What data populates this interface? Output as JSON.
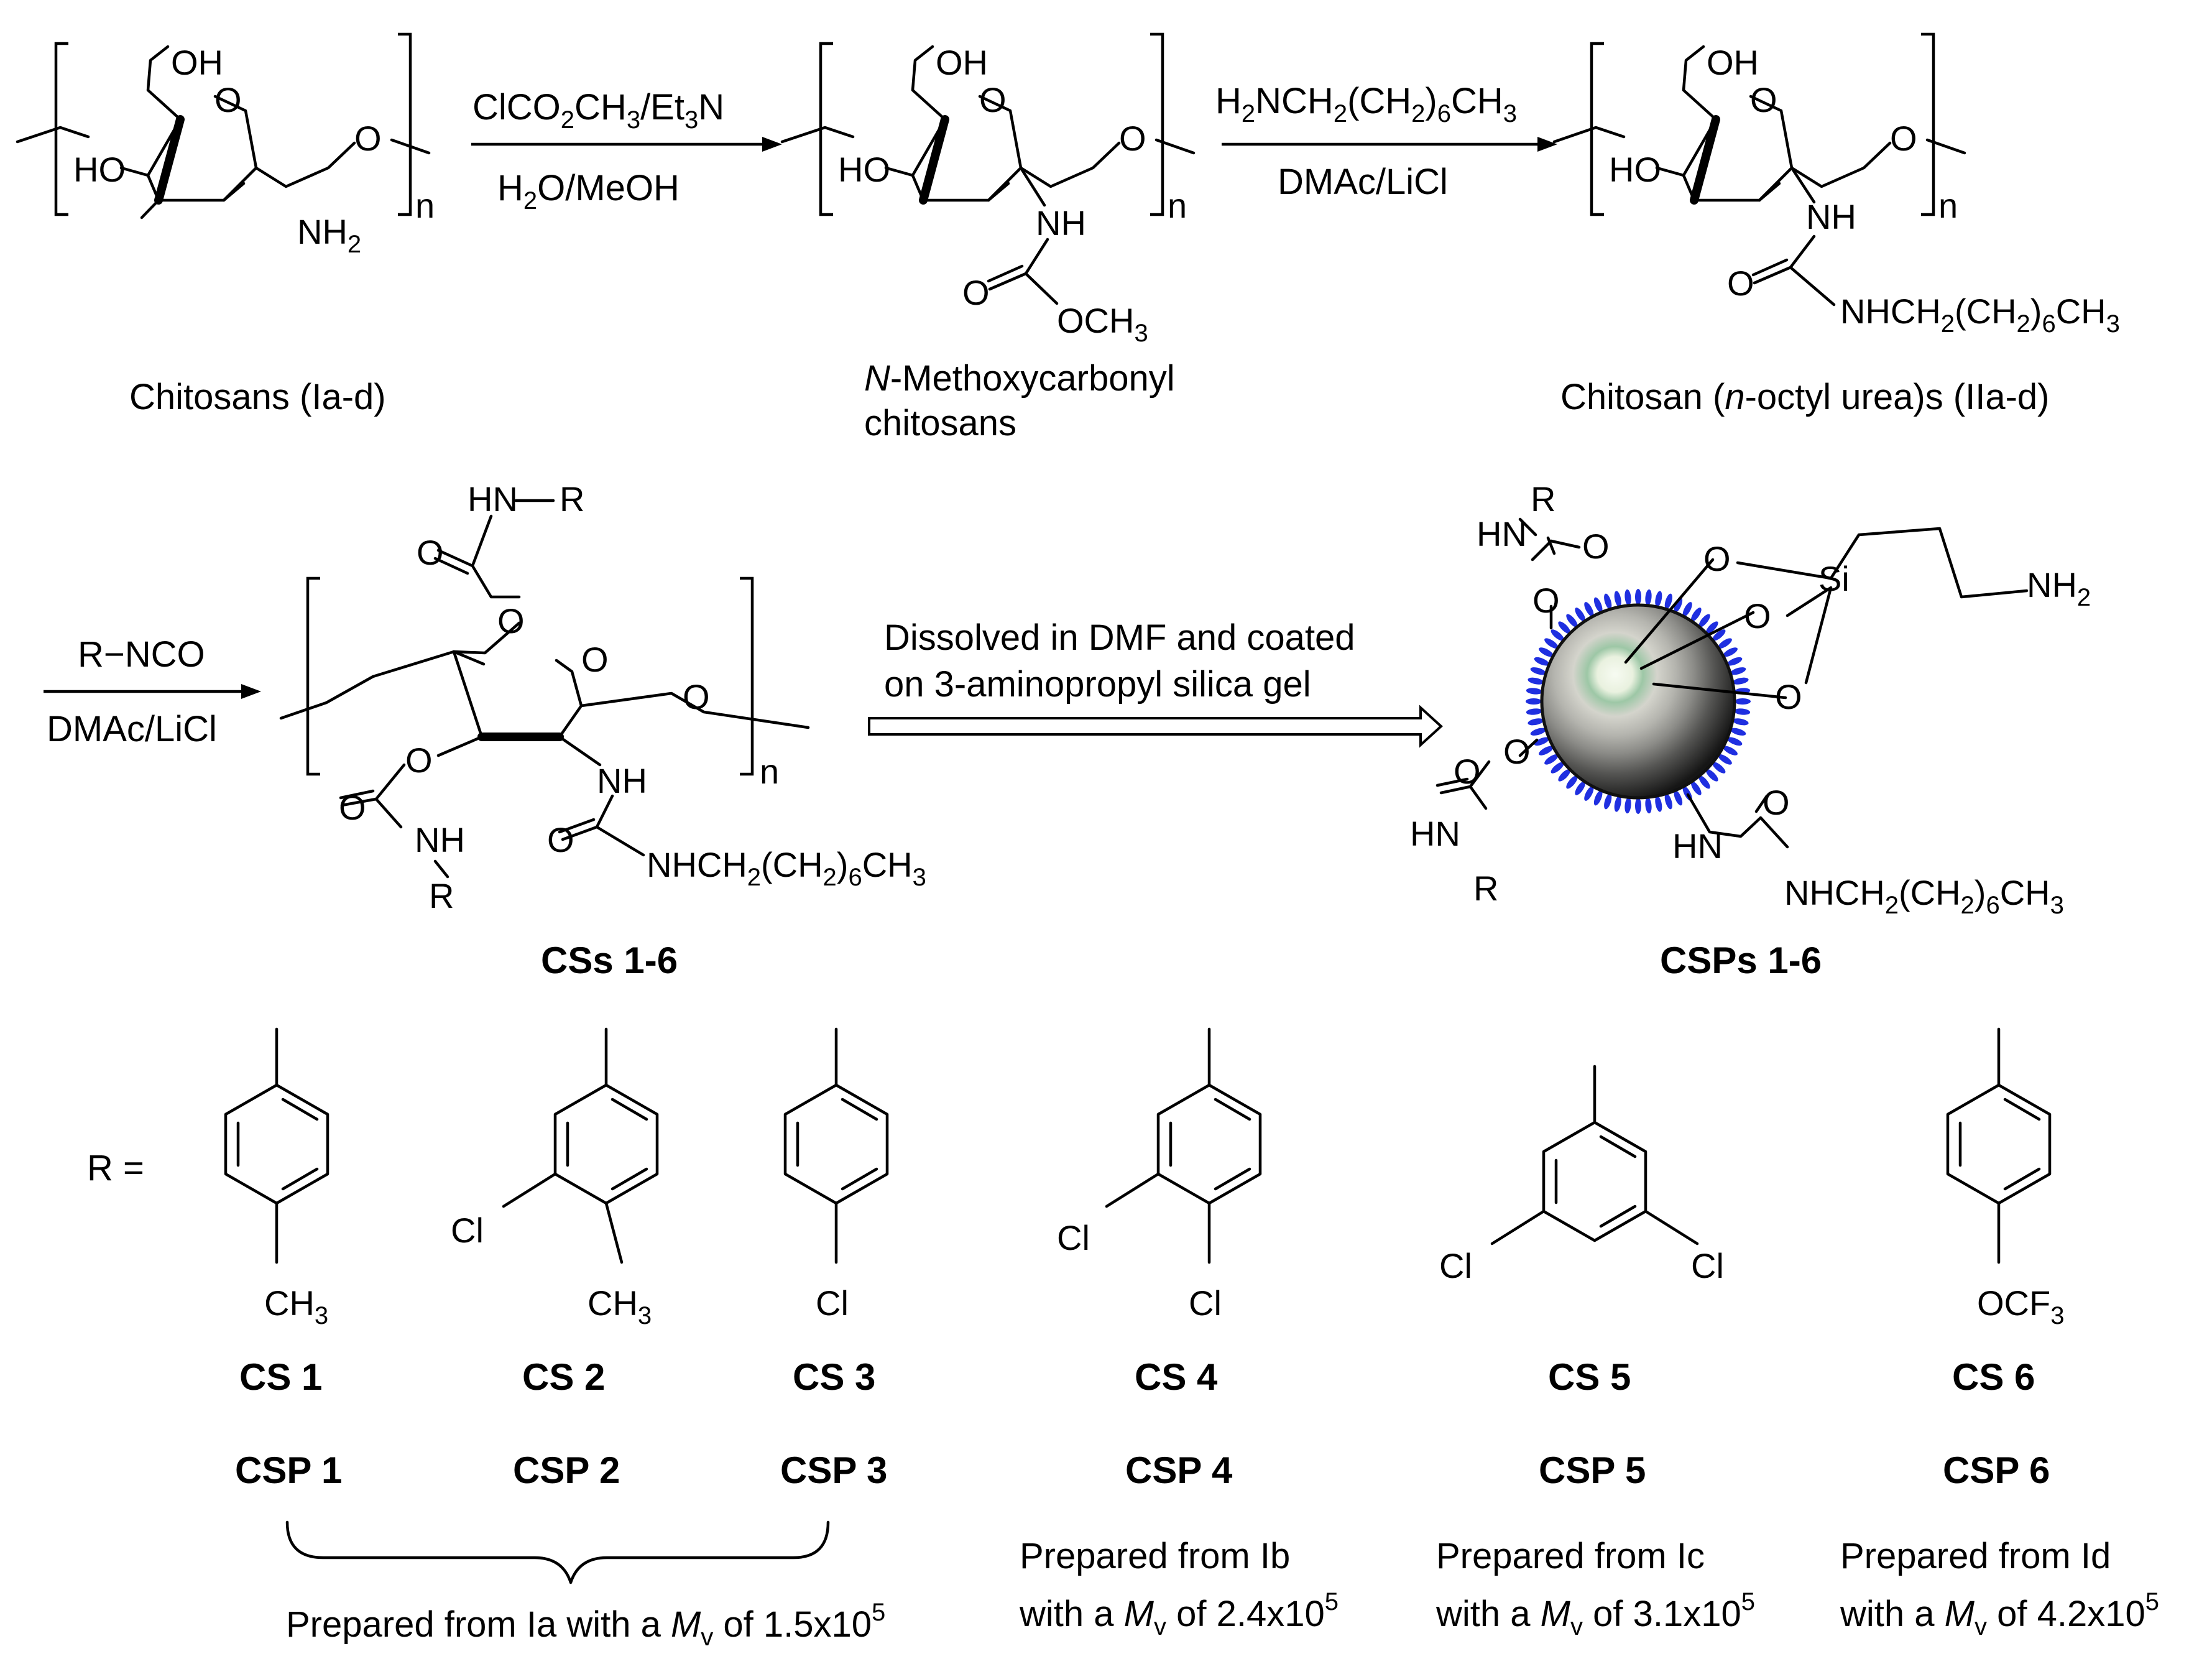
{
  "colors": {
    "ink": "#000000",
    "brush": "#1f2fe0",
    "sphere_dark": "#1c1c1c",
    "sphere_light": "#f4f9ef"
  },
  "reagents": {
    "r1_line1": "ClCO",
    "r1_line1_sub2": "2",
    "r1_line1_mid": "CH",
    "r1_line1_sub3": "3",
    "r1_line1_end": "/Et",
    "r1_line1_sub_et": "3",
    "r1_line1_tail": "N",
    "r1_line2": "H",
    "r1_line2_sub": "2",
    "r1_line2_tail": "O/MeOH",
    "r2_line1_a": "H",
    "r2_line1_sub_a": "2",
    "r2_line1_b": "NCH",
    "r2_line1_sub_b": "2",
    "r2_line1_c": "(CH",
    "r2_line1_sub_c": "2",
    "r2_line1_d": ")",
    "r2_line1_sub_d": "6",
    "r2_line1_e": "CH",
    "r2_line1_sub_e": "3",
    "r2_line2": "DMAc/LiCl",
    "r3_line1": "R−NCO",
    "r3_line2": "DMAc/LiCl",
    "r4_line1": "Dissolved in DMF and coated",
    "r4_line2": "on 3-aminopropyl silica gel"
  },
  "compounds": {
    "chitosan_label": "Chitosans (Ia-d)",
    "methoxy_label_italic": "N",
    "methoxy_label_rest": "-Methoxycarbonyl",
    "methoxy_label_line2": "chitosans",
    "urea_label_a": "Chitosan (",
    "urea_label_italic": "n",
    "urea_label_b": "-octyl urea)s (IIa-d)",
    "css_label": "CSs 1-6",
    "csps_label": "CSPs 1-6"
  },
  "atoms": {
    "oh": "OH",
    "ho": "HO",
    "o": "O",
    "nh": "NH",
    "hn": "HN",
    "n": "n",
    "r": "R",
    "nh2_a": "NH",
    "nh2_sub": "2",
    "och3_a": "OCH",
    "och3_sub": "3",
    "si": "Si",
    "octyl_a": "NHCH",
    "octyl_sub1": "2",
    "octyl_b": "(CH",
    "octyl_sub2": "2",
    "octyl_c": ")",
    "octyl_sub3": "6",
    "octyl_d": "CH",
    "octyl_sub4": "3"
  },
  "r_groups": {
    "r_equals": "R =",
    "items": [
      {
        "cs": "CS 1",
        "csp": "CSP 1",
        "sub_a": "CH",
        "sub_a_s": "3"
      },
      {
        "cs": "CS 2",
        "csp": "CSP 2",
        "sub_a": "CH",
        "sub_a_s": "3",
        "sub_b": "Cl"
      },
      {
        "cs": "CS 3",
        "csp": "CSP 3",
        "sub_a": "Cl"
      },
      {
        "cs": "CS 4",
        "csp": "CSP 4",
        "sub_a": "Cl",
        "sub_b": "Cl"
      },
      {
        "cs": "CS 5",
        "csp": "CSP 5",
        "sub_a": "Cl",
        "sub_b": "Cl"
      },
      {
        "cs": "CS 6",
        "csp": "CSP 6",
        "sub_a": "OCF",
        "sub_a_s": "3"
      }
    ]
  },
  "notes": {
    "ia_text": "Prepared from Ia with a ",
    "ia_mv": "M",
    "ia_mv_sub": "v",
    "ia_tail": " of 1.5x10",
    "ia_exp": "5",
    "ib_line1": "Prepared from Ib",
    "ib_pre": "with a ",
    "ib_mv": "M",
    "ib_mv_sub": "v",
    "ib_tail": " of 2.4x10",
    "ib_exp": "5",
    "ic_line1": "Prepared from Ic",
    "ic_pre": "with a ",
    "ic_mv": "M",
    "ic_mv_sub": "v",
    "ic_tail": " of 3.1x10",
    "ic_exp": "5",
    "id_line1": "Prepared from Id",
    "id_pre": "with a ",
    "id_mv": "M",
    "id_mv_sub": "v",
    "id_tail": " of 4.2x10",
    "id_exp": "5"
  }
}
